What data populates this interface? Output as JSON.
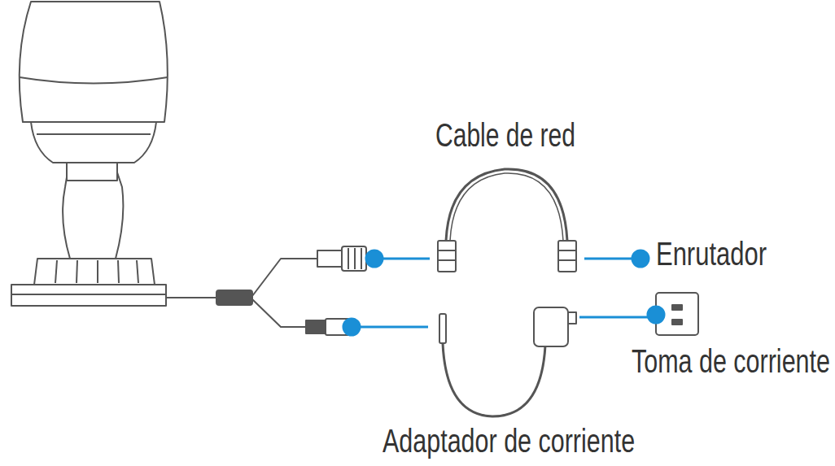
{
  "diagram": {
    "labels": [
      "Cable de red",
      "Enrutador",
      "Toma de corriente",
      "Adaptador de corriente"
    ]
  }
}
